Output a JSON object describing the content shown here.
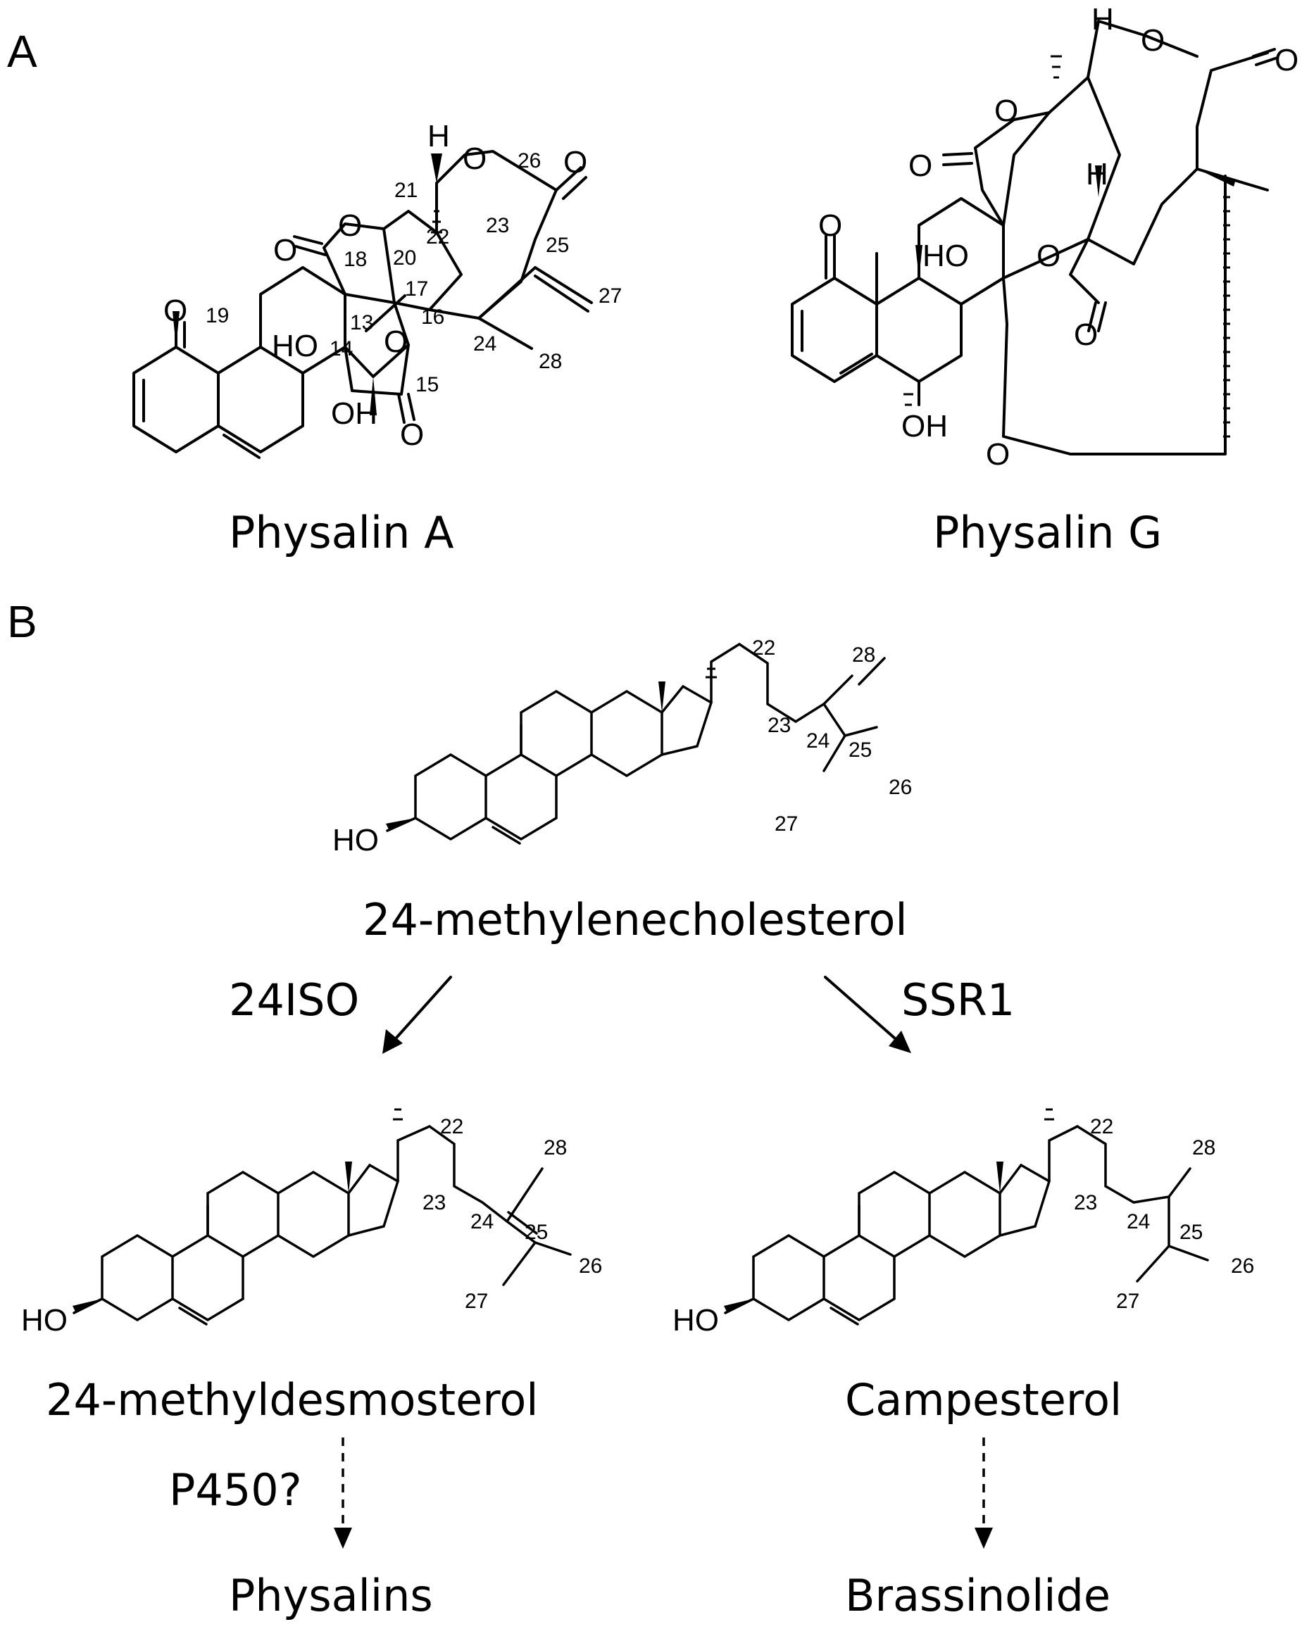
{
  "panels": {
    "a": "A",
    "b": "B"
  },
  "panel_a": {
    "physalin_a": {
      "name": "Physalin A",
      "atoms": {
        "h": "H",
        "o_top": "O",
        "o_lactone": "O",
        "o_carbonyl_left": "O",
        "o_carbonyl_right": "O",
        "o_ketone": "O",
        "o_epoxy": "O",
        "o_15": "O",
        "ho": "HO",
        "oh": "OH"
      },
      "numbers": [
        "19",
        "18",
        "21",
        "20",
        "22",
        "23",
        "26",
        "25",
        "27",
        "17",
        "16",
        "13",
        "14",
        "24",
        "28",
        "15"
      ]
    },
    "physalin_g": {
      "name": "Physalin G",
      "atoms": {
        "h_top": "H",
        "h_mid": "H",
        "o_top": "O",
        "o_carbonyl_right": "O",
        "o_ring": "O",
        "o_carbonyl_left": "O",
        "o_ketone": "O",
        "ho": "HO",
        "o_mid": "O",
        "o_bottom_ketone": "O",
        "oh": "OH",
        "o_bridge": "O"
      }
    }
  },
  "panel_b": {
    "top": {
      "name": "24-methylenecholesterol",
      "ho": "HO",
      "numbers": [
        "22",
        "28",
        "23",
        "24",
        "25",
        "26",
        "27"
      ]
    },
    "left": {
      "name": "24-methyldesmosterol",
      "ho": "HO",
      "numbers": [
        "22",
        "28",
        "23",
        "24",
        "25",
        "26",
        "27"
      ]
    },
    "right": {
      "name": "Campesterol",
      "ho": "HO",
      "numbers": [
        "22",
        "28",
        "23",
        "24",
        "25",
        "26",
        "27"
      ]
    },
    "enzymes": {
      "left": "24ISO",
      "right": "SSR1",
      "p450": "P450?"
    },
    "products": {
      "left": "Physalins",
      "right": "Brassinolide"
    }
  }
}
